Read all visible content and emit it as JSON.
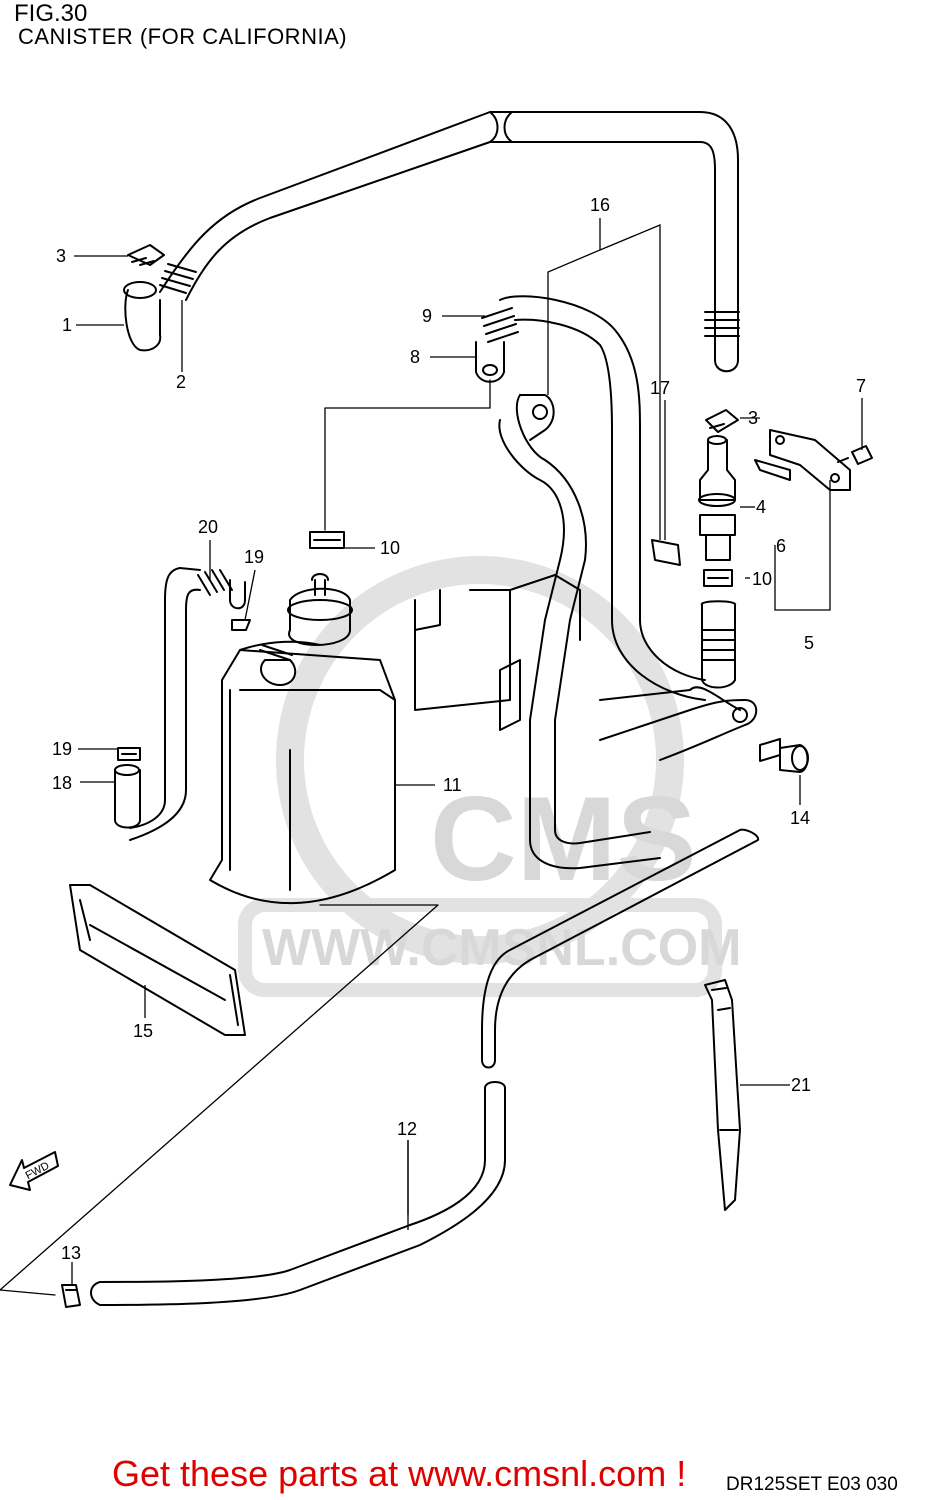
{
  "figure": {
    "number": "FIG.30",
    "title": "CANISTER (FOR CALIFORNIA)"
  },
  "watermark": {
    "brand": "CMS",
    "url": "WWW.CMSNL.COM"
  },
  "fwd_label": "FWD",
  "callouts": {
    "c1": "1",
    "c2": "2",
    "c3a": "3",
    "c3b": "3",
    "c4": "4",
    "c5": "5",
    "c6": "6",
    "c7": "7",
    "c8": "8",
    "c9": "9",
    "c10a": "10",
    "c10b": "10",
    "c11": "11",
    "c12": "12",
    "c13": "13",
    "c14": "14",
    "c15": "15",
    "c16": "16",
    "c17": "17",
    "c18": "18",
    "c19a": "19",
    "c19b": "19",
    "c20": "20",
    "c21": "21"
  },
  "footer": {
    "cta": "Get these parts at www.cmsnl.com !",
    "code": "DR125SET E03  030"
  },
  "colors": {
    "line": "#000000",
    "watermark": "#d8d8d8",
    "cta": "#e00000"
  }
}
